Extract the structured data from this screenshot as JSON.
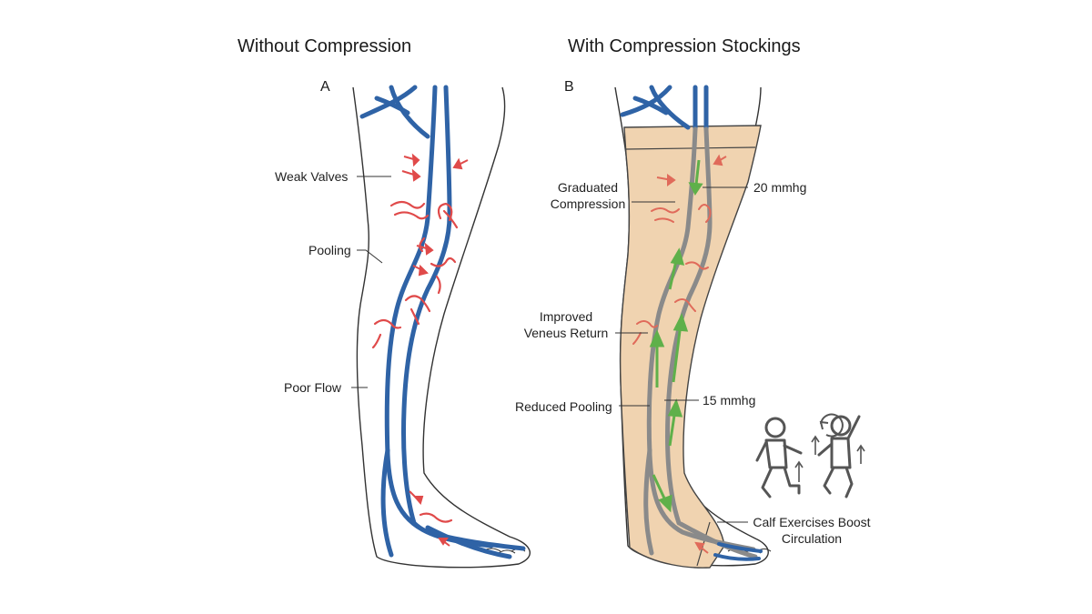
{
  "panels": {
    "left": {
      "title": "Without Compression",
      "letter": "A",
      "labels": {
        "weak_valves": "Weak Valves",
        "pooling": "Pooling",
        "poor_flow": "Poor Flow"
      }
    },
    "right": {
      "title": "With Compression Stockings",
      "letter": "B",
      "labels": {
        "graduated_1": "Graduated",
        "graduated_2": "Compression",
        "pressure_top": "20 mmhg",
        "improved_1": "Improved",
        "improved_2": "Veneus Return",
        "reduced_pooling": "Reduced Pooling",
        "pressure_low": "15 mmhg",
        "calf_1": "Calf Exercises Boost",
        "calf_2": "Circulation"
      }
    }
  },
  "colors": {
    "vein": "#2f63a6",
    "vein_compressed": "#8a8a8a",
    "pooling": "#e04a4a",
    "flow_arrow": "#5fb04a",
    "stocking": "#f0d3b0",
    "outline": "#333333"
  },
  "icons": [
    "exercise-figure-icon",
    "up-arrow-icon",
    "rotation-icon"
  ]
}
